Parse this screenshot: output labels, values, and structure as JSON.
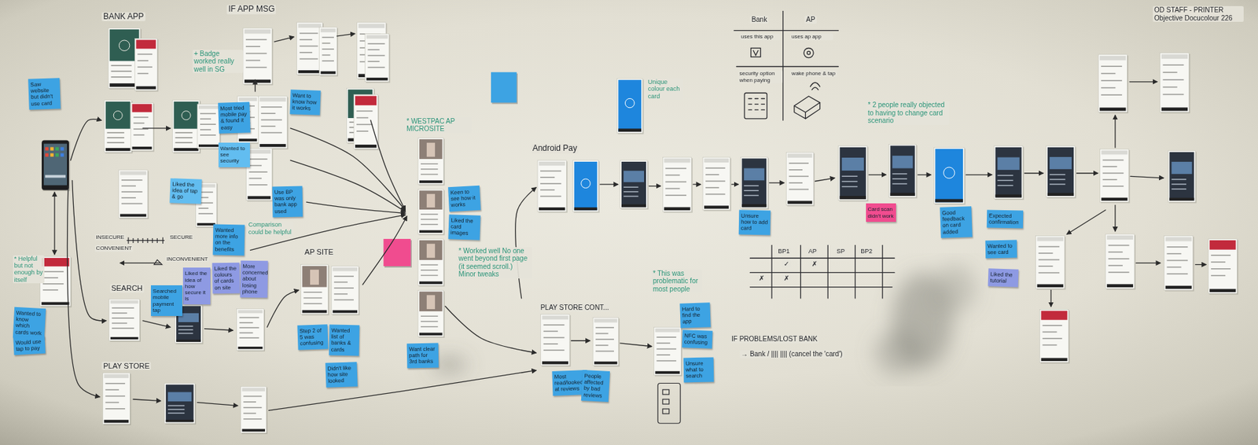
{
  "diagram": {
    "nodes": [
      {
        "text": [
          "Saw website but didn't use card"
        ]
      },
      {
        "text": [
          "Wanted to know which cards work"
        ]
      },
      {
        "text": [
          "Would use tap to pay"
        ]
      },
      {
        "text": [
          "Most tried mobile pay & found it easy"
        ]
      },
      {
        "text": [
          "Want to know how it works"
        ]
      },
      {
        "text": [
          "Wanted to see security"
        ]
      },
      {
        "text": [
          "Liked the idea of tap & go"
        ]
      },
      {
        "text": [
          "Use BP was only bank app used"
        ]
      },
      {
        "text": [
          "Wanted more info on the benefits"
        ]
      },
      {
        "text": [
          "Liked the idea of how secure it is"
        ]
      },
      {
        "text": [
          "Liked the colours of cards on site"
        ]
      },
      {
        "text": [
          "More concerned about losing phone"
        ]
      },
      {
        "text": [
          "Searched mobile payment tap"
        ]
      },
      {
        "text": [
          "Step 2 of 5 was confusing"
        ]
      },
      {
        "text": [
          "Wanted list of banks & cards"
        ]
      },
      {
        "text": [
          "Didn't like how site looked"
        ]
      },
      {
        "text": [
          "Keen to see how it works"
        ]
      },
      {
        "text": [
          "Liked the card images"
        ]
      },
      {
        "text": [
          "Want clear path for 3rd banks"
        ]
      },
      {
        "text": [
          "Hard to find the app"
        ]
      },
      {
        "text": [
          "NFC was confusing"
        ]
      },
      {
        "text": [
          "Unsure what to search"
        ]
      },
      {
        "text": [
          "Most read/looked at reviews"
        ]
      },
      {
        "text": [
          "People affected by bad reviews"
        ]
      },
      {
        "text": [
          "Unsure how to add card"
        ]
      },
      {
        "text": [
          "Card scan didn't work"
        ]
      },
      {
        "text": [
          "Good feedback on card added"
        ]
      },
      {
        "text": [
          "Expected confirmation"
        ]
      },
      {
        "text": [
          "Wanted to see card"
        ]
      },
      {
        "text": [
          "Liked the tutorial"
        ]
      }
    ],
    "labels": [
      "BANK APP",
      "IF APP MSG",
      "+ Badge worked really well in SG",
      "* Helpful but not enough by itself",
      "INSECURE",
      "SECURE",
      "CONVENIENT",
      "INCONVENIENT",
      "Comparison could be helpful",
      "SEARCH",
      "PLAY STORE",
      "AP SITE",
      "* WESTPAC AP MICROSITE",
      "* Worked well No one went beyond first page (it seemed scroll.) Minor tweaks",
      "Unique colour each card",
      "Android Pay",
      "PLAY STORE CONT...",
      "* This was problematic for most people",
      "IF PROBLEMS/LOST BANK",
      "→ Bank / |||| |||| (cancel the 'card')",
      "* 2 people really objected to having to change card scenario",
      "Bank",
      "AP",
      "uses this app",
      "uses ap app",
      "security option when paying",
      "wake phone & tap",
      "BP1",
      "AP",
      "SP",
      "BP2",
      "✓",
      "✗",
      "✗",
      "✗",
      "OD STAFF - PRINTER Objective Docucolour 226"
    ]
  }
}
